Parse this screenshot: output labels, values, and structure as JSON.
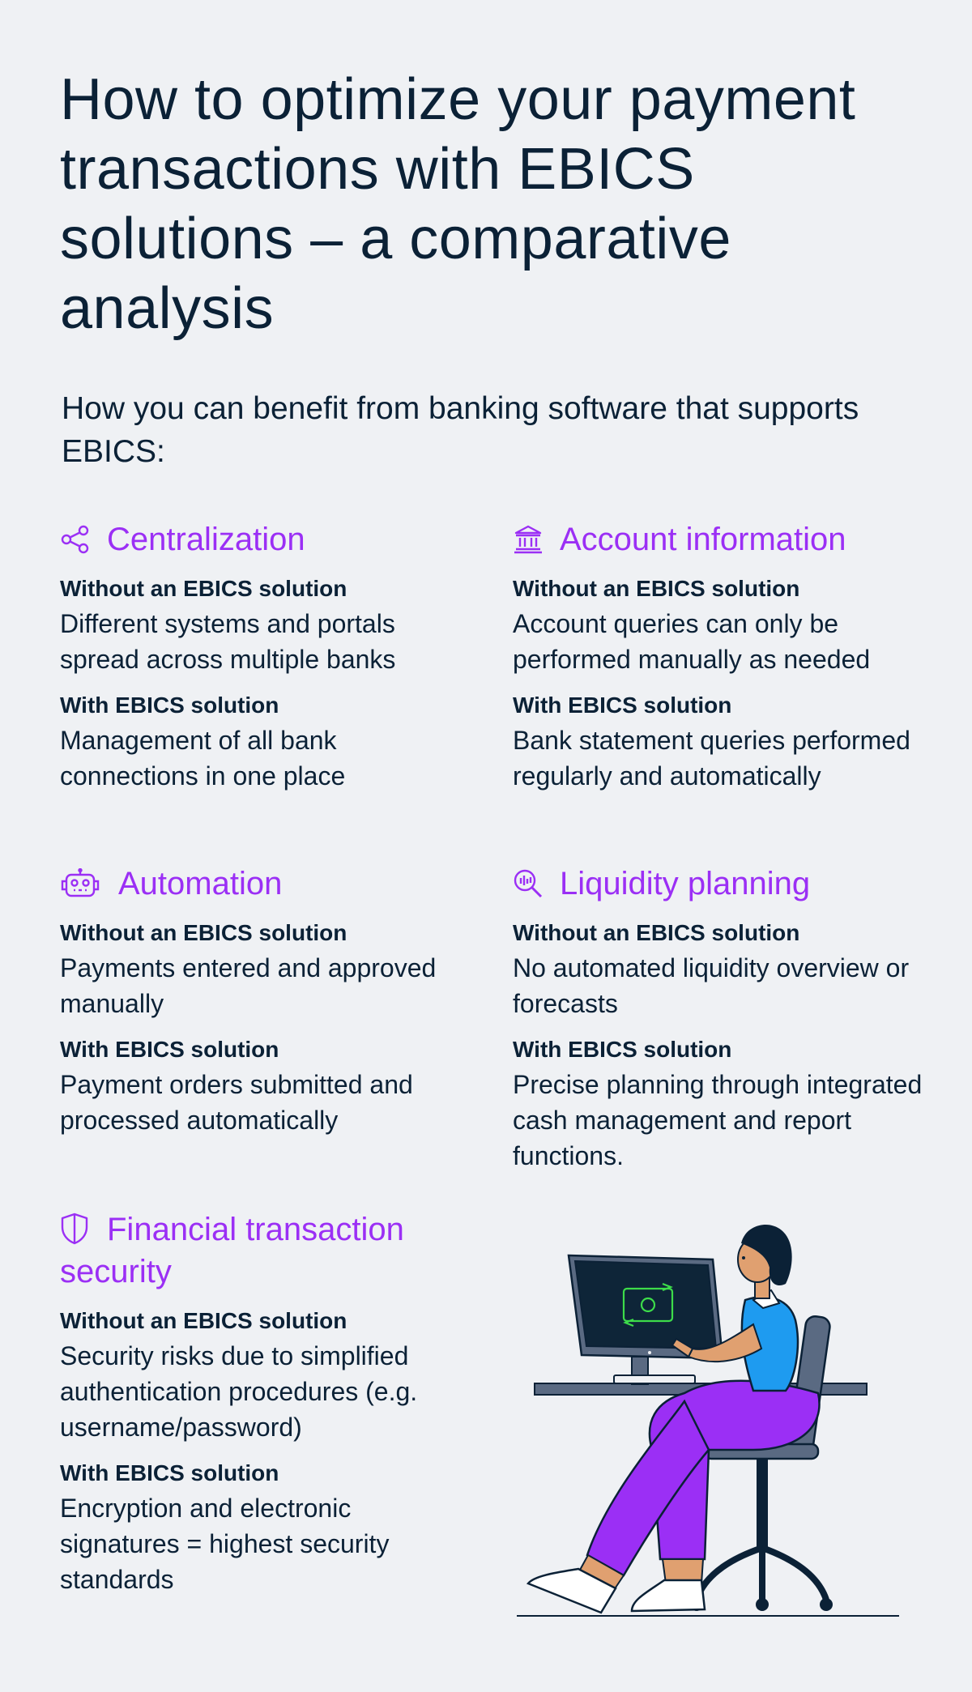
{
  "title": "How to optimize your payment transactions with EBICS solutions – a comparative analysis",
  "intro": "How you can benefit from banking software that supports EBICS:",
  "labels": {
    "without": "Without an EBICS solution",
    "with": "With EBICS solution"
  },
  "cards": {
    "centralization": {
      "icon": "share-icon",
      "title": "Centralization",
      "without": "Different systems and portals spread across multiple banks",
      "with": "Management of all bank connections in one place"
    },
    "account": {
      "icon": "bank-icon",
      "title": "Account information",
      "without": "Account queries can only be performed manually as needed",
      "with": "Bank statement queries performed regularly and automatically"
    },
    "automation": {
      "icon": "robot-icon",
      "title": "Automation",
      "without": "Payments entered and approved manually",
      "with": "Payment orders submitted and processed automatically"
    },
    "liquidity": {
      "icon": "magnifier-chart-icon",
      "title": "Liquidity planning",
      "without": "No automated liquidity overview or forecasts",
      "with": "Precise planning through integrated cash management and report functions."
    },
    "security": {
      "icon": "shield-icon",
      "title": "Financial transaction security",
      "without": "Security risks due to simplified authentication procedures (e.g. username/password)",
      "with": "Encryption and electronic signatures = highest security standards"
    }
  },
  "colors": {
    "background": "#eff1f4",
    "text": "#0b2136",
    "accent": "#9b2ff5",
    "shirt": "#1e9bf0",
    "screen_icon": "#3ddc4a"
  }
}
